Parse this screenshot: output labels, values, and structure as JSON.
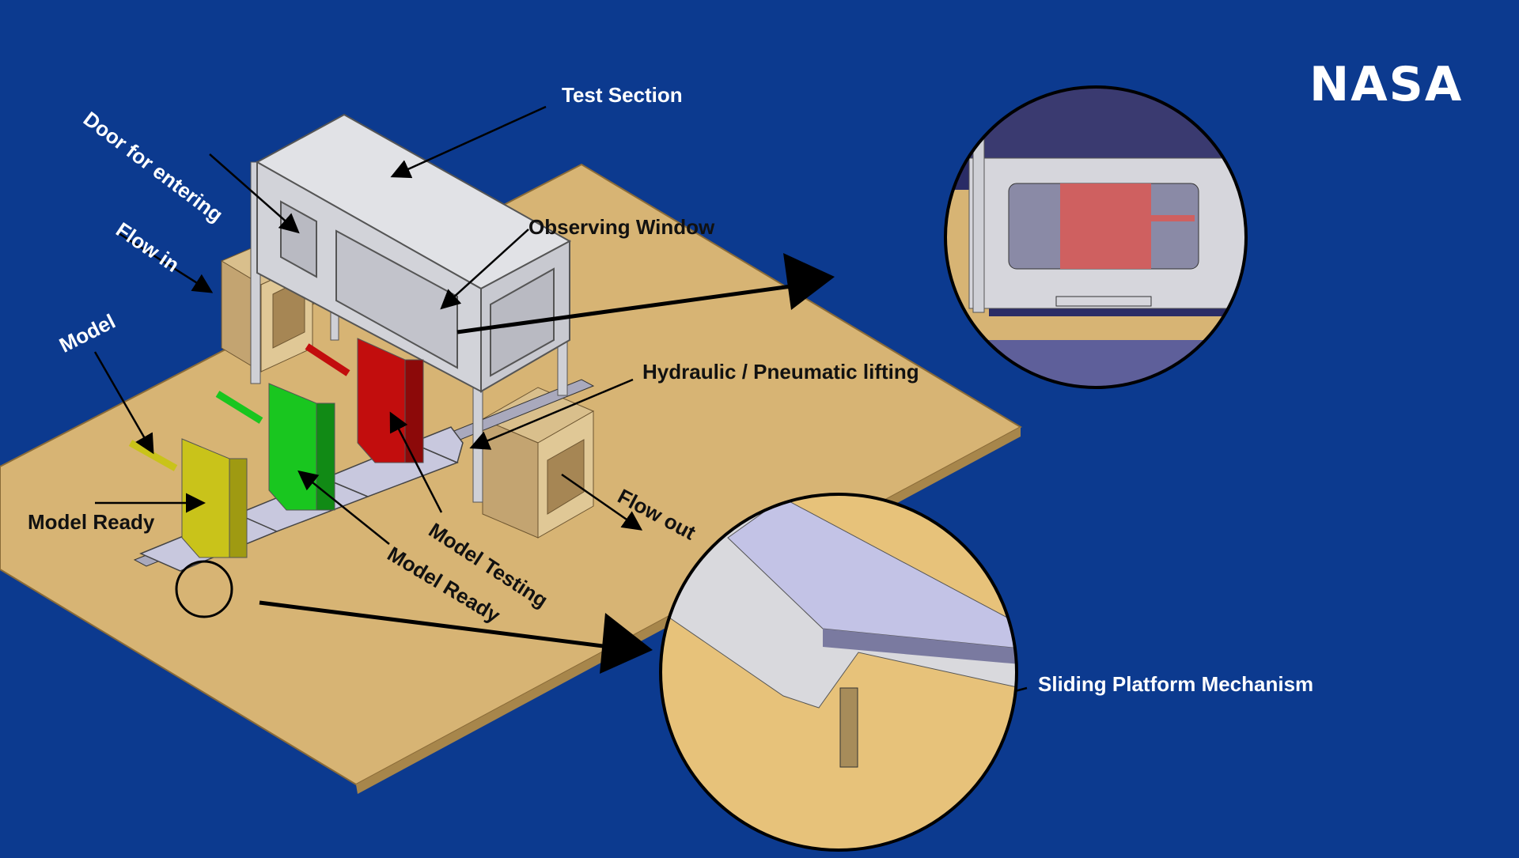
{
  "logo": "NASA",
  "labels": {
    "door": "Door for entering",
    "flow_in": "Flow in",
    "model": "Model",
    "test_section": "Test Section",
    "observing_window": "Observing Window",
    "hydraulic": "Hydraulic / Pneumatic lifting",
    "model_ready_left": "Model Ready",
    "model_ready_mid": "Model Ready",
    "model_testing": "Model Testing",
    "flow_out": "Flow out",
    "sliding": "Sliding Platform Mechanism"
  },
  "colors": {
    "background": "#0c3a8f",
    "board": "#d7b474",
    "section": "#dcdde2",
    "model_yellow": "#c9c31a",
    "model_green": "#19c61f",
    "model_red": "#c20d0d",
    "platform": "#c8c8de"
  }
}
